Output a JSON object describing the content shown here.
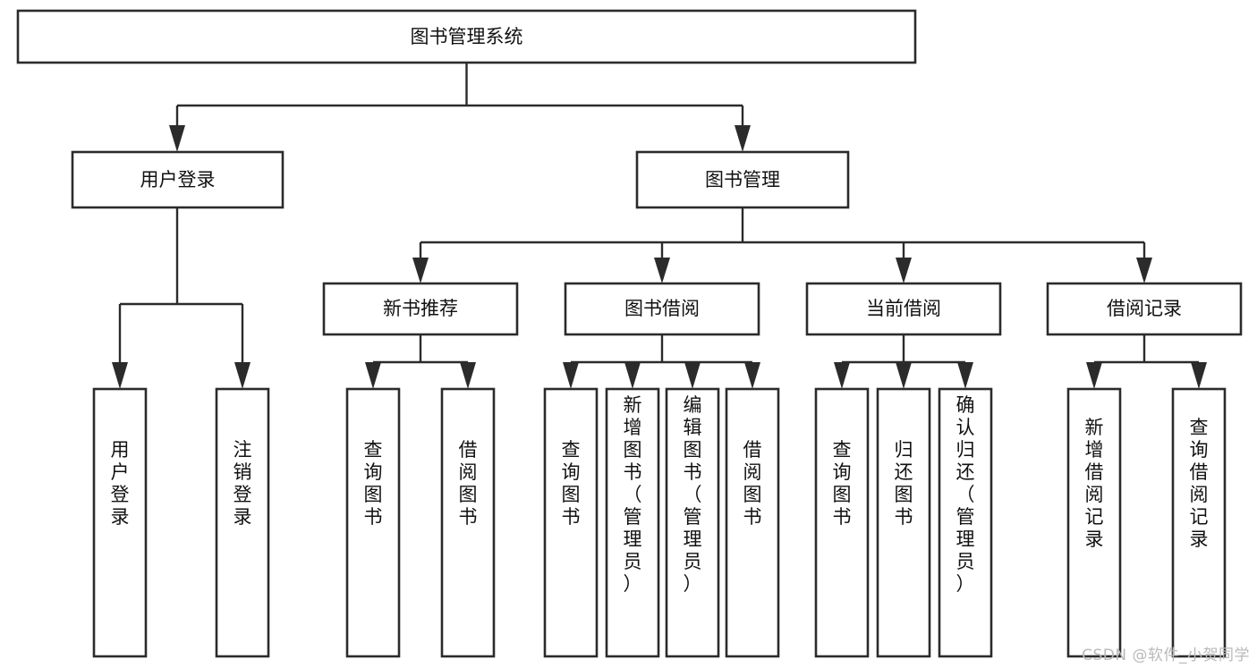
{
  "diagram": {
    "type": "tree",
    "title": "图书管理系统",
    "watermark": "CSDN @软件_小贺同学",
    "colors": {
      "stroke": "#2b2b2b",
      "fill": "#ffffff",
      "text": "#111111",
      "watermark": "#b9b9b9"
    },
    "nodes": {
      "root": {
        "label": "图书管理系统",
        "orientation": "horizontal"
      },
      "level1": [
        {
          "id": "user-login",
          "label": "用户登录",
          "orientation": "horizontal"
        },
        {
          "id": "book-manage",
          "label": "图书管理",
          "orientation": "horizontal"
        }
      ],
      "level2": [
        {
          "id": "new-book-recommend",
          "label": "新书推荐",
          "orientation": "horizontal",
          "parent": "book-manage"
        },
        {
          "id": "book-borrow",
          "label": "图书借阅",
          "orientation": "horizontal",
          "parent": "book-manage"
        },
        {
          "id": "current-borrow",
          "label": "当前借阅",
          "orientation": "horizontal",
          "parent": "book-manage"
        },
        {
          "id": "borrow-record",
          "label": "借阅记录",
          "orientation": "horizontal",
          "parent": "book-manage"
        }
      ],
      "leaves": [
        {
          "id": "leaf-user-login",
          "label": "用户登录",
          "orientation": "vertical",
          "parent": "user-login"
        },
        {
          "id": "leaf-logout",
          "label": "注销登录",
          "orientation": "vertical",
          "parent": "user-login"
        },
        {
          "id": "leaf-query-book-1",
          "label": "查询图书",
          "orientation": "vertical",
          "parent": "new-book-recommend"
        },
        {
          "id": "leaf-borrow-book-1",
          "label": "借阅图书",
          "orientation": "vertical",
          "parent": "new-book-recommend"
        },
        {
          "id": "leaf-query-book-2",
          "label": "查询图书",
          "orientation": "vertical",
          "parent": "book-borrow"
        },
        {
          "id": "leaf-add-book",
          "label": "新增图书（管理员）",
          "orientation": "vertical",
          "parent": "book-borrow"
        },
        {
          "id": "leaf-edit-book",
          "label": "编辑图书（管理员）",
          "orientation": "vertical",
          "parent": "book-borrow"
        },
        {
          "id": "leaf-borrow-book-2",
          "label": "借阅图书",
          "orientation": "vertical",
          "parent": "book-borrow"
        },
        {
          "id": "leaf-query-book-3",
          "label": "查询图书",
          "orientation": "vertical",
          "parent": "current-borrow"
        },
        {
          "id": "leaf-return-book",
          "label": "归还图书",
          "orientation": "vertical",
          "parent": "current-borrow"
        },
        {
          "id": "leaf-confirm-return",
          "label": "确认归还（管理员）",
          "orientation": "vertical",
          "parent": "current-borrow"
        },
        {
          "id": "leaf-add-record",
          "label": "新增借阅记录",
          "orientation": "vertical",
          "parent": "borrow-record"
        },
        {
          "id": "leaf-query-record",
          "label": "查询借阅记录",
          "orientation": "vertical",
          "parent": "borrow-record"
        }
      ]
    }
  }
}
